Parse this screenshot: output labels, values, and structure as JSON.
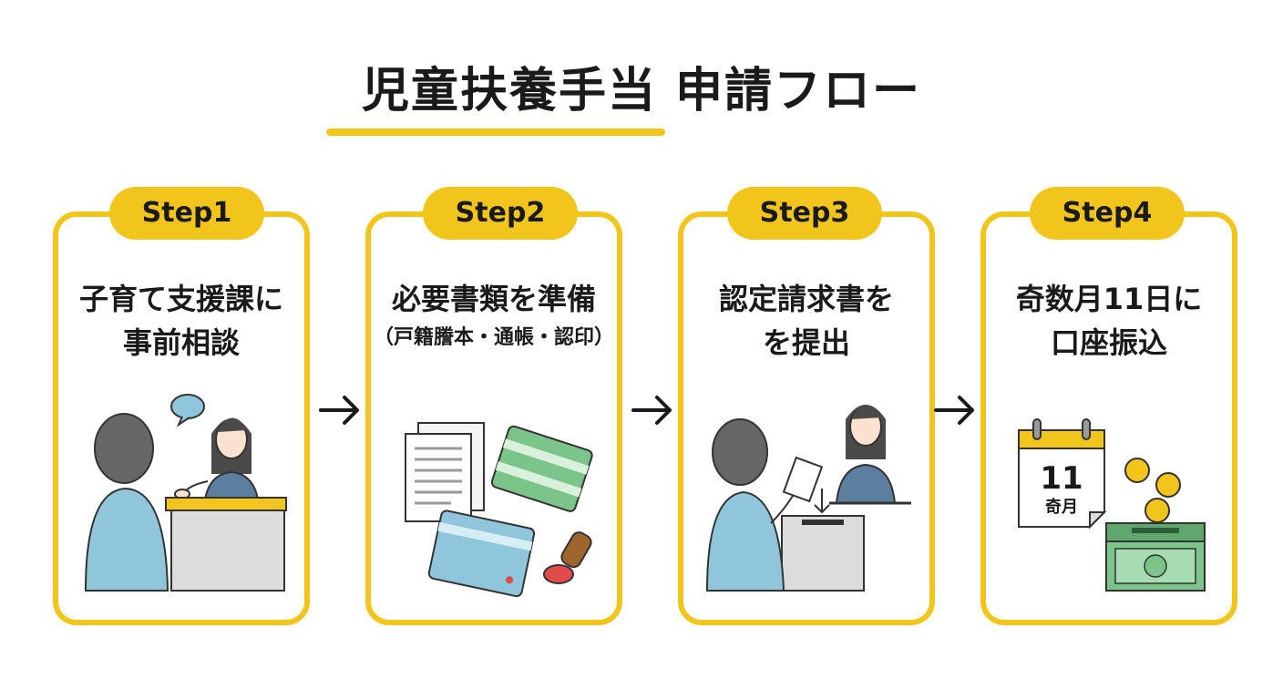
{
  "title": "児童扶養手当 申請フロー",
  "steps": [
    {
      "badge": "Step1",
      "title_lines": [
        "子育て支援課に",
        "事前相談"
      ],
      "icon": "consultation-illustration"
    },
    {
      "badge": "Step2",
      "title_lines": [
        "必要書類を準備"
      ],
      "subtitle": "（戸籍謄本・通帳・認印）",
      "icon": "documents-illustration"
    },
    {
      "badge": "Step3",
      "title_lines": [
        "認定請求書を",
        "を提出"
      ],
      "icon": "submission-illustration"
    },
    {
      "badge": "Step4",
      "title_lines": [
        "奇数月11日に",
        "口座振込"
      ],
      "icon": "bank-transfer-illustration",
      "calendar": {
        "day": "11",
        "label": "奇月"
      }
    }
  ],
  "colors": {
    "accent": "#f2c51d",
    "text": "#1a1a1a",
    "blue": "#8fc6dc",
    "green": "#7cc58a",
    "staff": "#5c7f9f"
  }
}
